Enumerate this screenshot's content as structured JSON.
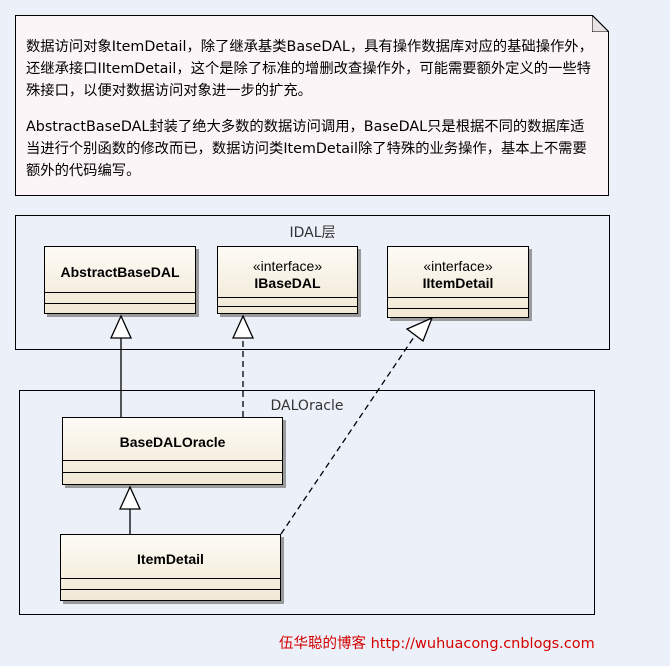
{
  "note": {
    "paragraph_1": "数据访问对象ItemDetail，除了继承基类BaseDAL，具有操作数据库对应的基础操作外，还继承接口IItemDetail，这个是除了标准的增删改查操作外，可能需要额外定义的一些特殊接口，以便对数据访问对象进一步的扩充。",
    "paragraph_2": "AbstractBaseDAL封装了绝大多数的数据访问调用，BaseDAL只是根据不同的数据库适当进行个别函数的修改而已，数据访问类ItemDetail除了特殊的业务操作，基本上不需要额外的代码编写。"
  },
  "packages": {
    "idal": {
      "label": "IDAL层"
    },
    "dal_oracle": {
      "label": "DALOracle"
    }
  },
  "classes": {
    "abstract_base_dal": {
      "name": "AbstractBaseDAL"
    },
    "ibase_dal": {
      "stereotype": "«interface»",
      "name": "IBaseDAL"
    },
    "iitem_detail": {
      "stereotype": "«interface»",
      "name": "IItemDetail"
    },
    "base_dal_oracle": {
      "name": "BaseDALOracle"
    },
    "item_detail": {
      "name": "ItemDetail"
    }
  },
  "relations": [
    {
      "from": "BaseDALOracle",
      "to": "AbstractBaseDAL",
      "kind": "generalization"
    },
    {
      "from": "BaseDALOracle",
      "to": "IBaseDAL",
      "kind": "realization"
    },
    {
      "from": "ItemDetail",
      "to": "BaseDALOracle",
      "kind": "generalization"
    },
    {
      "from": "ItemDetail",
      "to": "IItemDetail",
      "kind": "realization"
    }
  ],
  "footer": {
    "text": "伍华聪的博客 http://wuhuacong.cnblogs.com"
  }
}
